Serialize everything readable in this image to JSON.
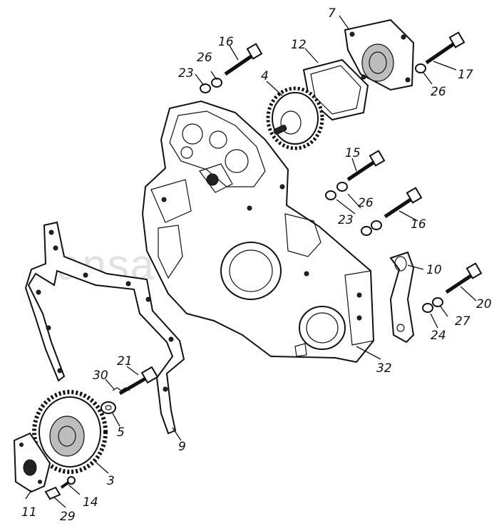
{
  "watermark": "ansat-parts.ru",
  "callouts": [
    {
      "key": "7",
      "text": "7"
    },
    {
      "key": "16a",
      "text": "16"
    },
    {
      "key": "12",
      "text": "12"
    },
    {
      "key": "26a",
      "text": "26"
    },
    {
      "key": "23a",
      "text": "23"
    },
    {
      "key": "4",
      "text": "4"
    },
    {
      "key": "17",
      "text": "17"
    },
    {
      "key": "26b",
      "text": "26"
    },
    {
      "key": "15",
      "text": "15"
    },
    {
      "key": "26c",
      "text": "26"
    },
    {
      "key": "23b",
      "text": "23"
    },
    {
      "key": "16b",
      "text": "16"
    },
    {
      "key": "10",
      "text": "10"
    },
    {
      "key": "20",
      "text": "20"
    },
    {
      "key": "27",
      "text": "27"
    },
    {
      "key": "24",
      "text": "24"
    },
    {
      "key": "32",
      "text": "32"
    },
    {
      "key": "21",
      "text": "21"
    },
    {
      "key": "30",
      "text": "30"
    },
    {
      "key": "5",
      "text": "5"
    },
    {
      "key": "9",
      "text": "9"
    },
    {
      "key": "3",
      "text": "3"
    },
    {
      "key": "14",
      "text": "14"
    },
    {
      "key": "11",
      "text": "11"
    },
    {
      "key": "29",
      "text": "29"
    }
  ]
}
